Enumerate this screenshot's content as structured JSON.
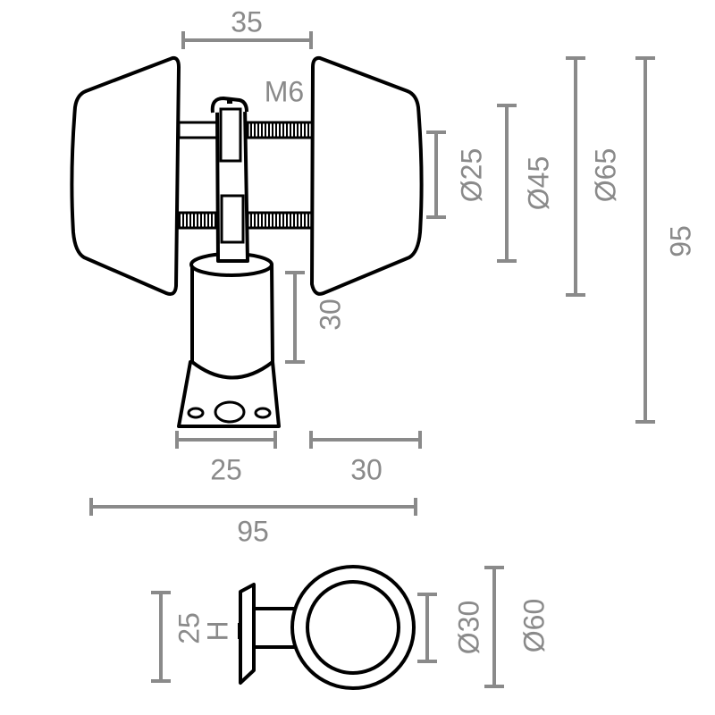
{
  "drawing": {
    "front_view": {
      "knob_spacing": "35",
      "thread": "M6",
      "diam_rose": "Ø25",
      "diam_neck": "Ø45",
      "diam_knob": "Ø65",
      "total_height": "95",
      "base_height": "30",
      "base_width": "25",
      "knob_depth": "30",
      "total_width": "95"
    },
    "side_view": {
      "height": "25",
      "marker": "H",
      "diam_inner": "Ø30",
      "diam_outer": "Ø60"
    },
    "colors": {
      "outline": "#000000",
      "dimension": "#8a8a8a"
    }
  }
}
